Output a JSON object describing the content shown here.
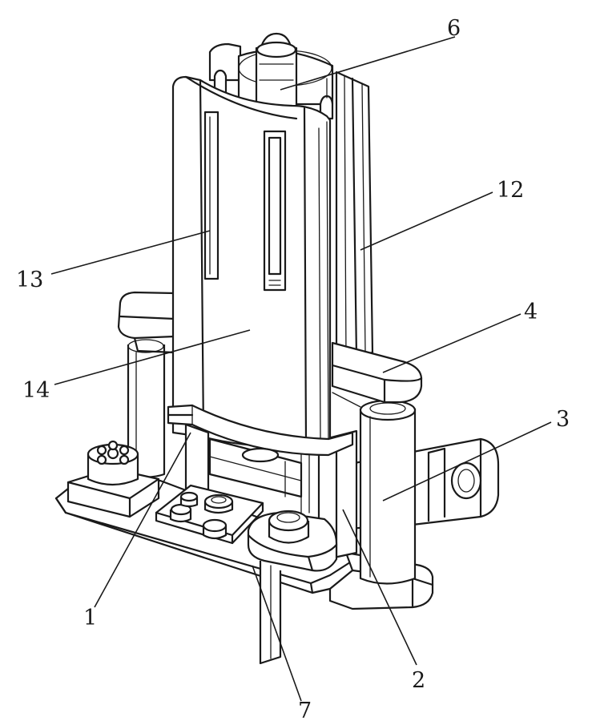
{
  "callouts": [
    {
      "id": "label-6",
      "text": "6"
    },
    {
      "id": "label-12",
      "text": "12"
    },
    {
      "id": "label-13",
      "text": "13"
    },
    {
      "id": "label-4",
      "text": "4"
    },
    {
      "id": "label-14",
      "text": "14"
    },
    {
      "id": "label-3",
      "text": "3"
    },
    {
      "id": "label-1",
      "text": "1"
    },
    {
      "id": "label-2",
      "text": "2"
    },
    {
      "id": "label-7",
      "text": "7"
    }
  ]
}
